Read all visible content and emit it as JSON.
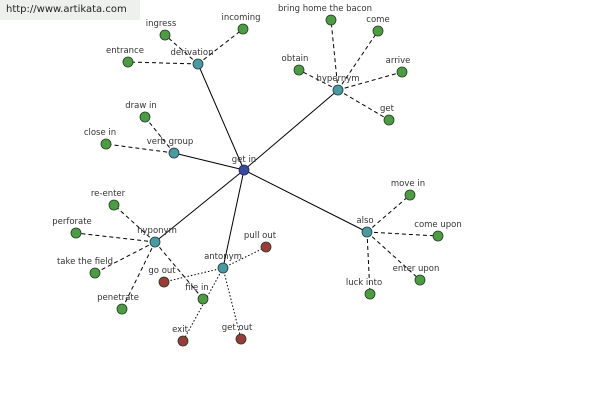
{
  "watermark": {
    "text": "http://www.artikata.com"
  },
  "colors": {
    "center": "#3a4a9a",
    "hub": "#4a9aa0",
    "synonym": "#4f9a45",
    "antonym": "#9a3a3a"
  },
  "nodes": {
    "center": {
      "label": "get in",
      "kind": "center"
    },
    "derivation": {
      "label": "derivation",
      "kind": "hub"
    },
    "hypernym": {
      "label": "hypernym",
      "kind": "hub"
    },
    "verb_group": {
      "label": "verb group",
      "kind": "hub"
    },
    "hyponym": {
      "label": "hyponym",
      "kind": "hub"
    },
    "antonym": {
      "label": "antonym",
      "kind": "hub"
    },
    "also": {
      "label": "also",
      "kind": "hub"
    },
    "ingress": {
      "label": "ingress",
      "kind": "leaf"
    },
    "incoming": {
      "label": "incoming",
      "kind": "leaf"
    },
    "entrance": {
      "label": "entrance",
      "kind": "leaf"
    },
    "bring_home": {
      "label": "bring home the bacon",
      "kind": "leaf"
    },
    "come": {
      "label": "come",
      "kind": "leaf"
    },
    "obtain": {
      "label": "obtain",
      "kind": "leaf"
    },
    "arrive": {
      "label": "arrive",
      "kind": "leaf"
    },
    "get": {
      "label": "get",
      "kind": "leaf"
    },
    "draw_in": {
      "label": "draw in",
      "kind": "leaf"
    },
    "close_in": {
      "label": "close in",
      "kind": "leaf"
    },
    "re_enter": {
      "label": "re-enter",
      "kind": "leaf"
    },
    "perforate": {
      "label": "perforate",
      "kind": "leaf"
    },
    "take_the_field": {
      "label": "take the field",
      "kind": "leaf"
    },
    "penetrate": {
      "label": "penetrate",
      "kind": "leaf"
    },
    "go_out": {
      "label": "go out",
      "kind": "antonym"
    },
    "file_in": {
      "label": "file in",
      "kind": "leaf"
    },
    "pull_out": {
      "label": "pull out",
      "kind": "antonym"
    },
    "exit": {
      "label": "exit",
      "kind": "antonym"
    },
    "get_out": {
      "label": "get out",
      "kind": "antonym"
    },
    "move_in": {
      "label": "move in",
      "kind": "leaf"
    },
    "come_upon": {
      "label": "come upon",
      "kind": "leaf"
    },
    "enter_upon": {
      "label": "enter upon",
      "kind": "leaf"
    },
    "luck_into": {
      "label": "luck into",
      "kind": "leaf"
    }
  }
}
